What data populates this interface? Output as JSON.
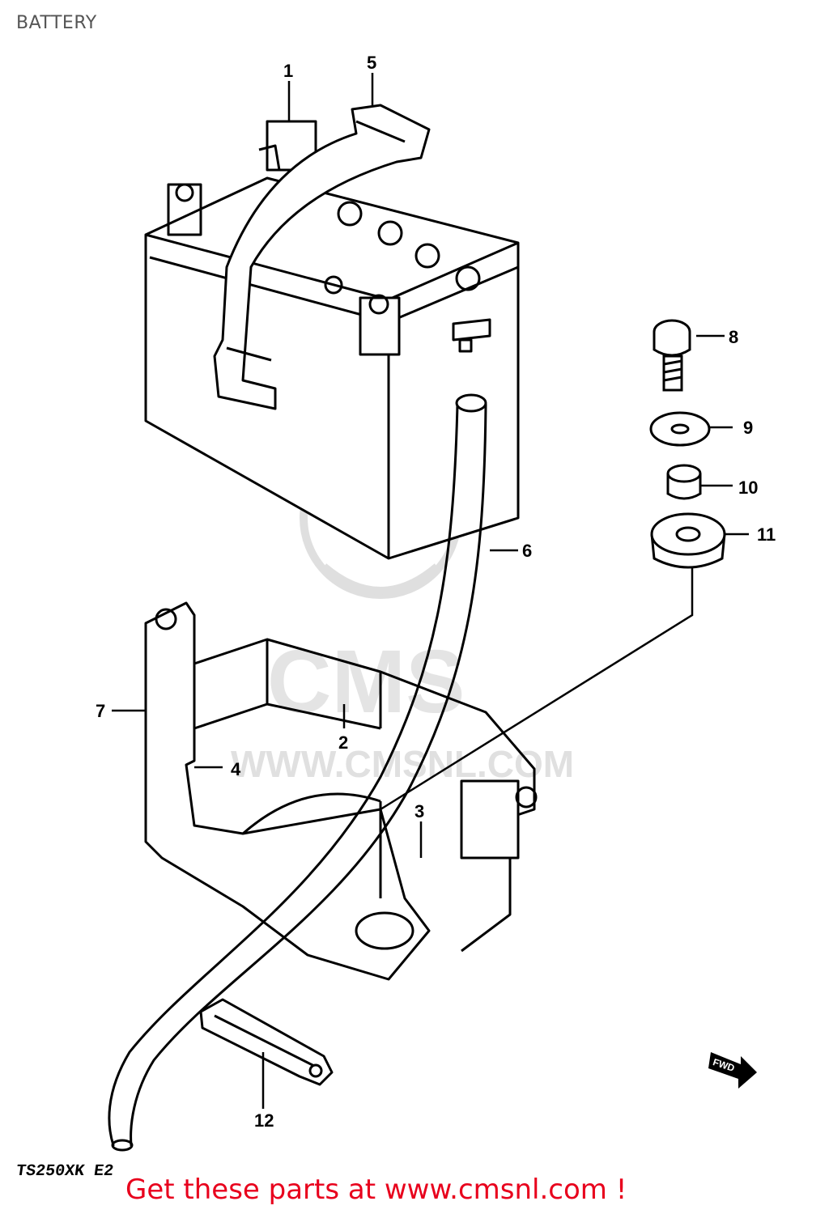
{
  "page": {
    "title": "BATTERY",
    "model_code": "TS250XK E2",
    "promo_text": "Get these parts at www.cmsnl.com !",
    "watermark_text": "WWW.CMSNL.COM",
    "watermark_logo": "CMS",
    "direction_mark": "FWD"
  },
  "callouts": [
    {
      "id": "1",
      "label": "1"
    },
    {
      "id": "2",
      "label": "2"
    },
    {
      "id": "3",
      "label": "3"
    },
    {
      "id": "4",
      "label": "4"
    },
    {
      "id": "5",
      "label": "5"
    },
    {
      "id": "6",
      "label": "6"
    },
    {
      "id": "7",
      "label": "7"
    },
    {
      "id": "8",
      "label": "8"
    },
    {
      "id": "9",
      "label": "9"
    },
    {
      "id": "10",
      "label": "10"
    },
    {
      "id": "11",
      "label": "11"
    },
    {
      "id": "12",
      "label": "12"
    }
  ],
  "colors": {
    "line": "#000000",
    "promo": "#e8001c",
    "title": "#555555",
    "watermark": "#d9d9d9"
  }
}
